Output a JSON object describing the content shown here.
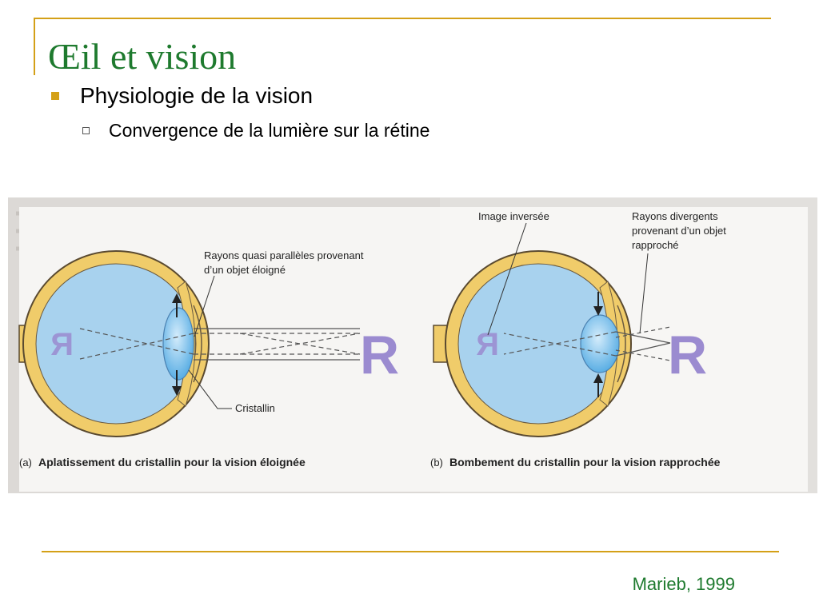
{
  "slide": {
    "title": "Œil et vision",
    "bullet_level1": "Physiologie de la vision",
    "bullet_level2": "Convergence de la lumière sur la rétine",
    "credit": "Marieb, 1999"
  },
  "figure": {
    "panel_a": {
      "rays_label_line1": "Rayons quasi parallèles provenant",
      "rays_label_line2": "d’un objet éloigné",
      "lens_label": "Cristallin",
      "letter": "R",
      "caption_tag": "(a)",
      "caption": "Aplatissement du cristallin pour la vision éloignée"
    },
    "panel_b": {
      "image_label": "Image inversée",
      "rays_label_line1": "Rayons divergents",
      "rays_label_line2": "provenant d’un objet",
      "rays_label_line3": "rapproché",
      "letter": "R",
      "caption_tag": "(b)",
      "caption": "Bombement du cristallin pour la vision rapprochée"
    }
  },
  "colors": {
    "title": "#1e7a2e",
    "accent": "#d4a017",
    "sclera": "#f0cc6a",
    "vitreous": "#a8d2ee",
    "lens": "#6ab6e8",
    "letter": "#9b8bd0",
    "page_bg": "#d9d6d2"
  }
}
